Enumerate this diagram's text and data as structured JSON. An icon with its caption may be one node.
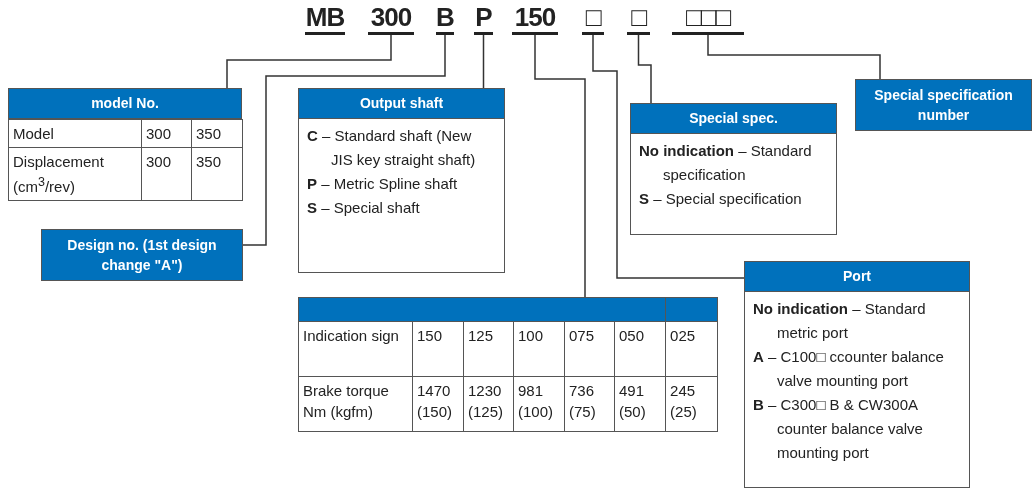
{
  "diagram": {
    "nodes": [
      {
        "text": [
          "300"
        ]
      },
      {
        "text": [
          "B"
        ]
      },
      {
        "text": [
          "P"
        ]
      },
      {
        "text": [
          "150"
        ]
      },
      {
        "text": [
          "□"
        ]
      },
      {
        "text": [
          "□"
        ]
      },
      {
        "text": [
          "□□□"
        ]
      },
      {
        "text": [
          "model No.",
          "Model",
          "300",
          "350",
          "Displacement (cm$^{3}$/rev)",
          "300",
          "350"
        ]
      },
      {
        "text": [
          "Design no. (1st design change \"A\")"
        ]
      },
      {
        "text": [
          "Output shaft",
          "**C** – Standard shaft (New JIS key straight shaft)",
          "**P** – Metric Spline shaft",
          "**S** – Special shaft"
        ]
      },
      {
        "text": [
          "Indication sign",
          "150",
          "125",
          "100",
          "075",
          "050",
          "025",
          "Brake torque Nm (kgfm)",
          "1470 (150)",
          "1230 (125)",
          "981 (100)",
          "736 (75)",
          "491 (50)",
          "245 (25)"
        ]
      },
      {
        "text": [
          "Special spec.",
          "**No indication** – Standard specification",
          "**S** – Special specification"
        ]
      },
      {
        "text": [
          "Special specification number"
        ]
      },
      {
        "text": [
          "Port",
          "**No indication** – Standard metric port",
          "**A** – C100□ ccounter balance valve mounting port",
          "**B** – C300□ B & CW300A counter balance valve mounting port"
        ]
      }
    ],
    "edges": [
      {
        "from": 0,
        "to": 7,
        "arrow": "none"
      },
      {
        "from": 1,
        "to": 8,
        "arrow": "none"
      },
      {
        "from": 2,
        "to": 9,
        "arrow": "none"
      },
      {
        "from": 3,
        "to": 10,
        "arrow": "none"
      },
      {
        "from": 4,
        "to": 13,
        "arrow": "none"
      },
      {
        "from": 5,
        "to": 11,
        "arrow": "none"
      },
      {
        "from": 6,
        "to": 12,
        "arrow": "none"
      }
    ],
    "labels": [
      "MB"
    ]
  }
}
